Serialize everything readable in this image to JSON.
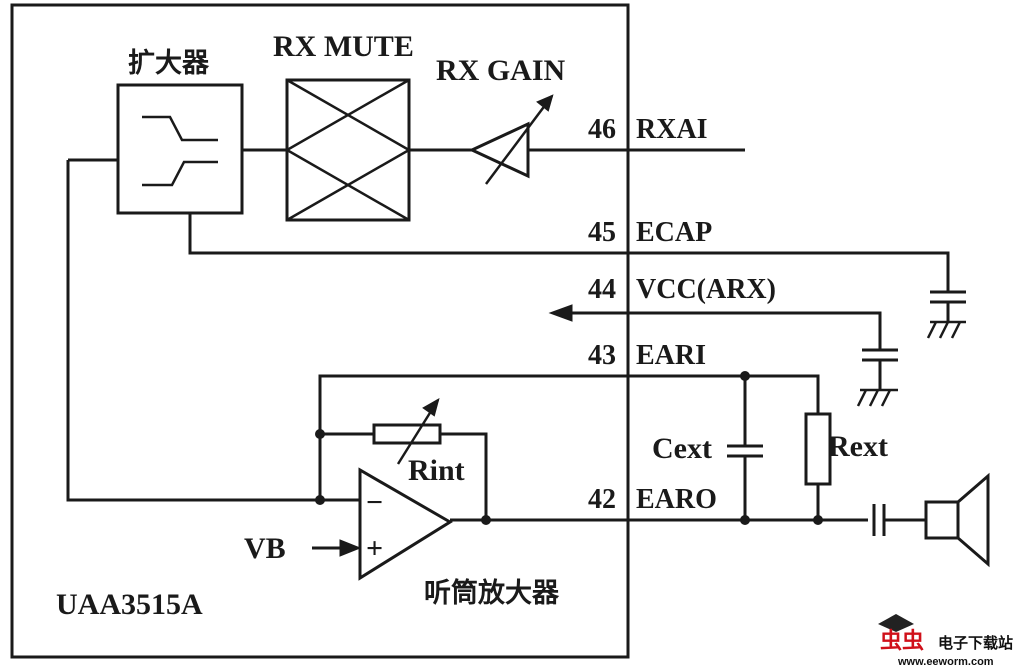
{
  "chip": {
    "name": "UAA3515A"
  },
  "blocks": {
    "amplifier": "扩大器",
    "rx_mute": "RX MUTE",
    "rx_gain": "RX GAIN",
    "earpiece_amp": "听筒放大器"
  },
  "pins": [
    {
      "number": "46",
      "name": "RXAI"
    },
    {
      "number": "45",
      "name": "ECAP"
    },
    {
      "number": "44",
      "name": "VCC(ARX)"
    },
    {
      "number": "43",
      "name": "EARI"
    },
    {
      "number": "42",
      "name": "EARO"
    }
  ],
  "components": {
    "rint": "Rint",
    "cext": "Cext",
    "rext": "Rext",
    "vb": "VB",
    "opamp_minus": "−",
    "opamp_plus": "+"
  },
  "watermark": {
    "site": "电子下载站",
    "url": "www.eeworm.com"
  }
}
